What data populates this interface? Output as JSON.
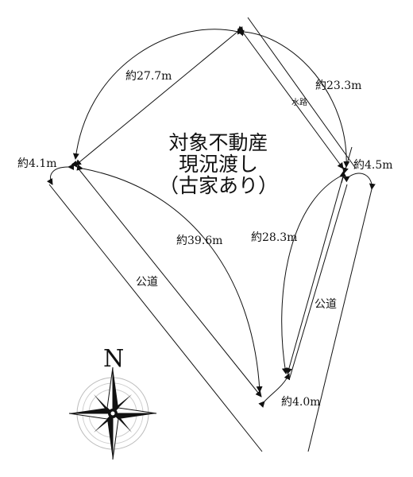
{
  "property": {
    "title_line1": "対象不動産",
    "title_line2": "現況渡し",
    "title_line3": "（古家あり）"
  },
  "dimensions": {
    "northwest_side": "約27.7m",
    "northeast_side": "約23.3m",
    "west_corner": "約4.1m",
    "east_corner": "約4.5m",
    "southwest_side": "約39.6m",
    "southeast_side": "約28.3m",
    "south_corner": "約4.0m"
  },
  "labels": {
    "waterway": "水路",
    "road_west": "公道",
    "road_east": "公道"
  },
  "compass": {
    "north_label": "N"
  }
}
